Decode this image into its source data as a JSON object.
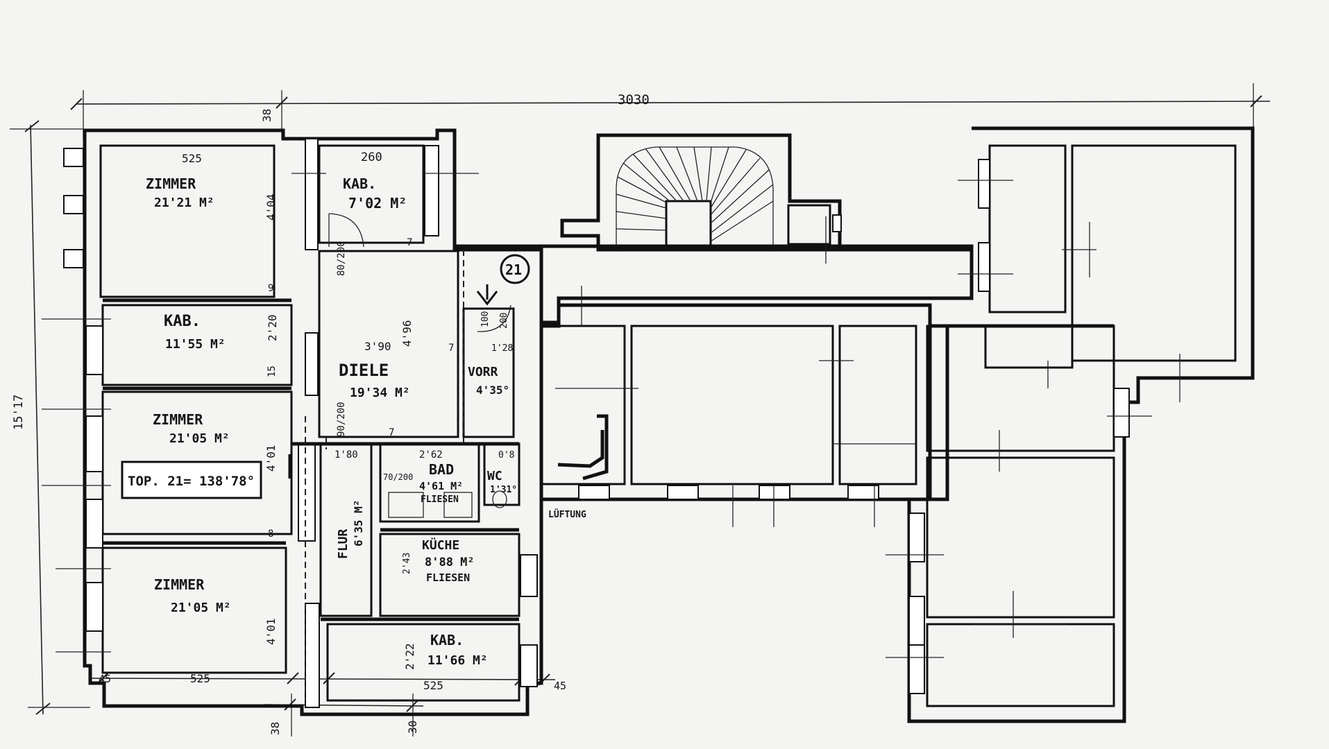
{
  "dimensions": {
    "overall_width": "3030",
    "overall_depth": "15'17",
    "wall_38_top": "38",
    "wall_38_bottom": "38",
    "wall_30_bottom": "30",
    "room_525_top": "525",
    "room_260": "260",
    "room_404": "4'04",
    "room_390": "3'90",
    "room_496": "4'96",
    "room_220": "2'20",
    "room_401": "4'01",
    "room_401b": "4'01",
    "room_222": "2'22",
    "room_525_left": "525",
    "room_525_right": "525",
    "side_45_left": "45",
    "side_45_right": "45",
    "door_80_200_a": "80/200",
    "door_90_200": "90/200",
    "vorr_100": "100",
    "vorr_200": "200",
    "vorr_128": "1'28",
    "flur_180": "1'80",
    "bad_262": "2'62",
    "bad_70_200": "70/200",
    "kueche_243": "2'43",
    "wc_08": "0'8",
    "num_9": "9",
    "num_15": "15",
    "num_8": "8",
    "num_7a": "7",
    "num_7b": "7",
    "num_7c": "7"
  },
  "rooms": {
    "zimmer1_name": "ZIMMER",
    "zimmer1_area": "21'21 M²",
    "kab1_name": "KAB.",
    "kab1_area": "7'02 M²",
    "kab2_name": "KAB.",
    "kab2_area": "11'55 M²",
    "diele_name": "DIELE",
    "diele_area": "19'34 M²",
    "vorr_name": "VORR",
    "vorr_area": "4'35°",
    "zimmer2_name": "ZIMMER",
    "zimmer2_area": "21'05 M²",
    "bad_name": "BAD",
    "bad_area": "4'61 M²",
    "bad_finish": "FLIESEN",
    "wc_name": "WC",
    "wc_area": "1'31°",
    "flur_name": "FLUR",
    "flur_area": "6'35 M²",
    "kueche_name": "KÜCHE",
    "kueche_area": "8'88 M²",
    "kueche_finish": "FLIESEN",
    "zimmer3_name": "ZIMMER",
    "zimmer3_area": "21'05 M²",
    "kab3_name": "KAB.",
    "kab3_area": "11'66 M²"
  },
  "summary": {
    "unit_total": "TOP. 21= 138'78°"
  },
  "unit_number": "21",
  "lueftung": "LÜFTUNG"
}
